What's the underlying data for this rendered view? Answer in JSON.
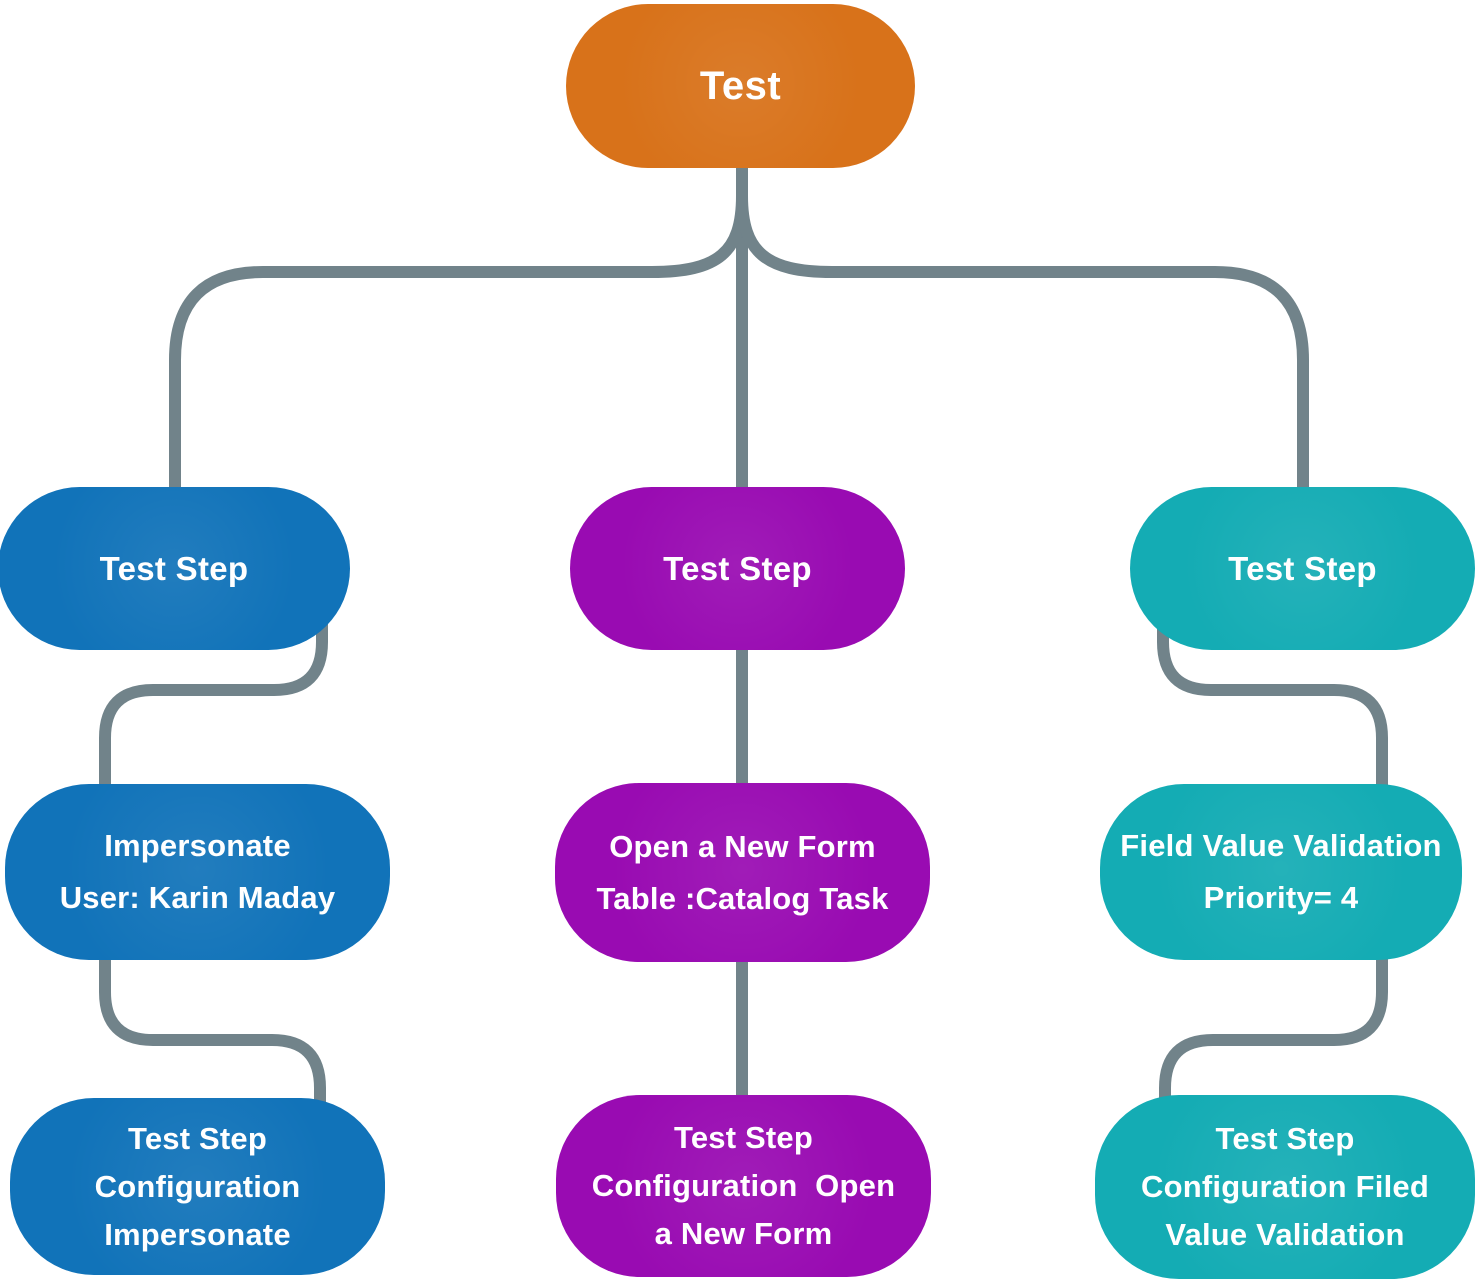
{
  "diagram": {
    "root": {
      "label": "Test"
    },
    "colors": {
      "root": "#D8721A",
      "blue": "#1173B9",
      "purple": "#990BB2",
      "teal": "#14ACB4",
      "connector": "#71838A",
      "text": "#FFFFFF",
      "background": "#FFFFFF"
    },
    "columns": [
      {
        "id": "impersonate",
        "color_key": "blue",
        "step_label": "Test Step",
        "detail_lines": [
          "Impersonate",
          "User: Karin Maday"
        ],
        "config_lines": [
          "Test Step",
          "Configuration",
          "Impersonate"
        ]
      },
      {
        "id": "open-a-new-form",
        "color_key": "purple",
        "step_label": "Test Step",
        "detail_lines": [
          "Open a New Form",
          "Table :Catalog Task"
        ],
        "config_lines": [
          "Test Step",
          "Configuration  Open",
          "a New Form"
        ]
      },
      {
        "id": "field-value-validation",
        "color_key": "teal",
        "step_label": "Test Step",
        "detail_lines": [
          "Field Value Validation",
          "Priority= 4"
        ],
        "config_lines": [
          "Test Step",
          "Configuration Filed",
          "Value Validation"
        ]
      }
    ]
  }
}
